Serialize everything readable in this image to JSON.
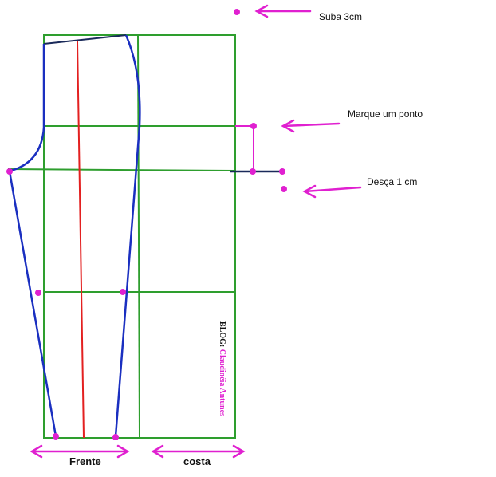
{
  "annotations": {
    "suba": "Suba 3cm",
    "marque": "Marque um ponto",
    "desca": "Desça 1 cm"
  },
  "labels": {
    "frente": "Frente",
    "costa": "costa"
  },
  "watermark": {
    "prefix": "BLOG: ",
    "name": "Claudinéia Antunes"
  },
  "colors": {
    "grid": "#2e9e2e",
    "outline": "#1a2fc0",
    "center": "#e32020",
    "marker": "#e020d0",
    "waist": "#1a2a5a"
  }
}
